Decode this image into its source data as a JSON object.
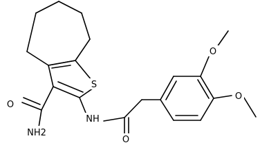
{
  "atoms": {
    "sulfur": "S",
    "amide_n": "NH",
    "carbonyl_o_right": "O",
    "carbamoyl_o": "O",
    "carbamoyl_nh2": "NH2",
    "methoxy_o_top": "O",
    "methoxy_o_bottom": "O"
  }
}
